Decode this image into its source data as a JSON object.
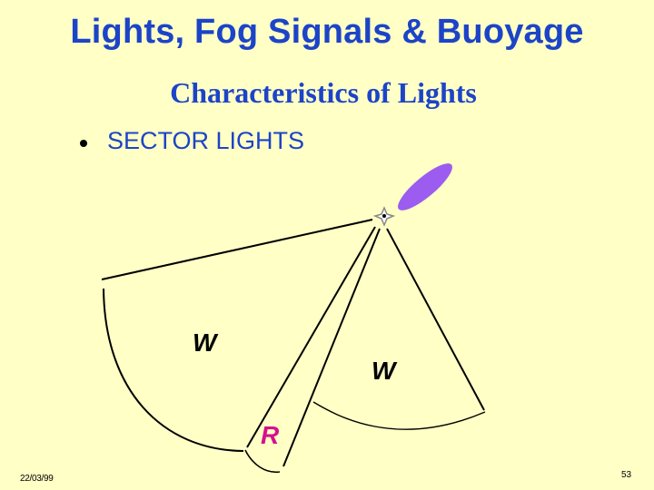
{
  "slide": {
    "title": "Lights, Fog Signals & Buoyage",
    "subtitle": "Characteristics of Lights",
    "bullet": "SECTOR LIGHTS"
  },
  "diagram": {
    "sector_left_label": "W",
    "sector_right_label": "W",
    "sector_middle_label": "R",
    "label_color": "#000000",
    "red_label_color": "#d4118c",
    "beam_color": "#9d5cf0"
  },
  "footer": {
    "date": "22/03/99",
    "page_number": "53"
  },
  "colors": {
    "background": "#ffffc6",
    "title": "#1c44c8"
  }
}
